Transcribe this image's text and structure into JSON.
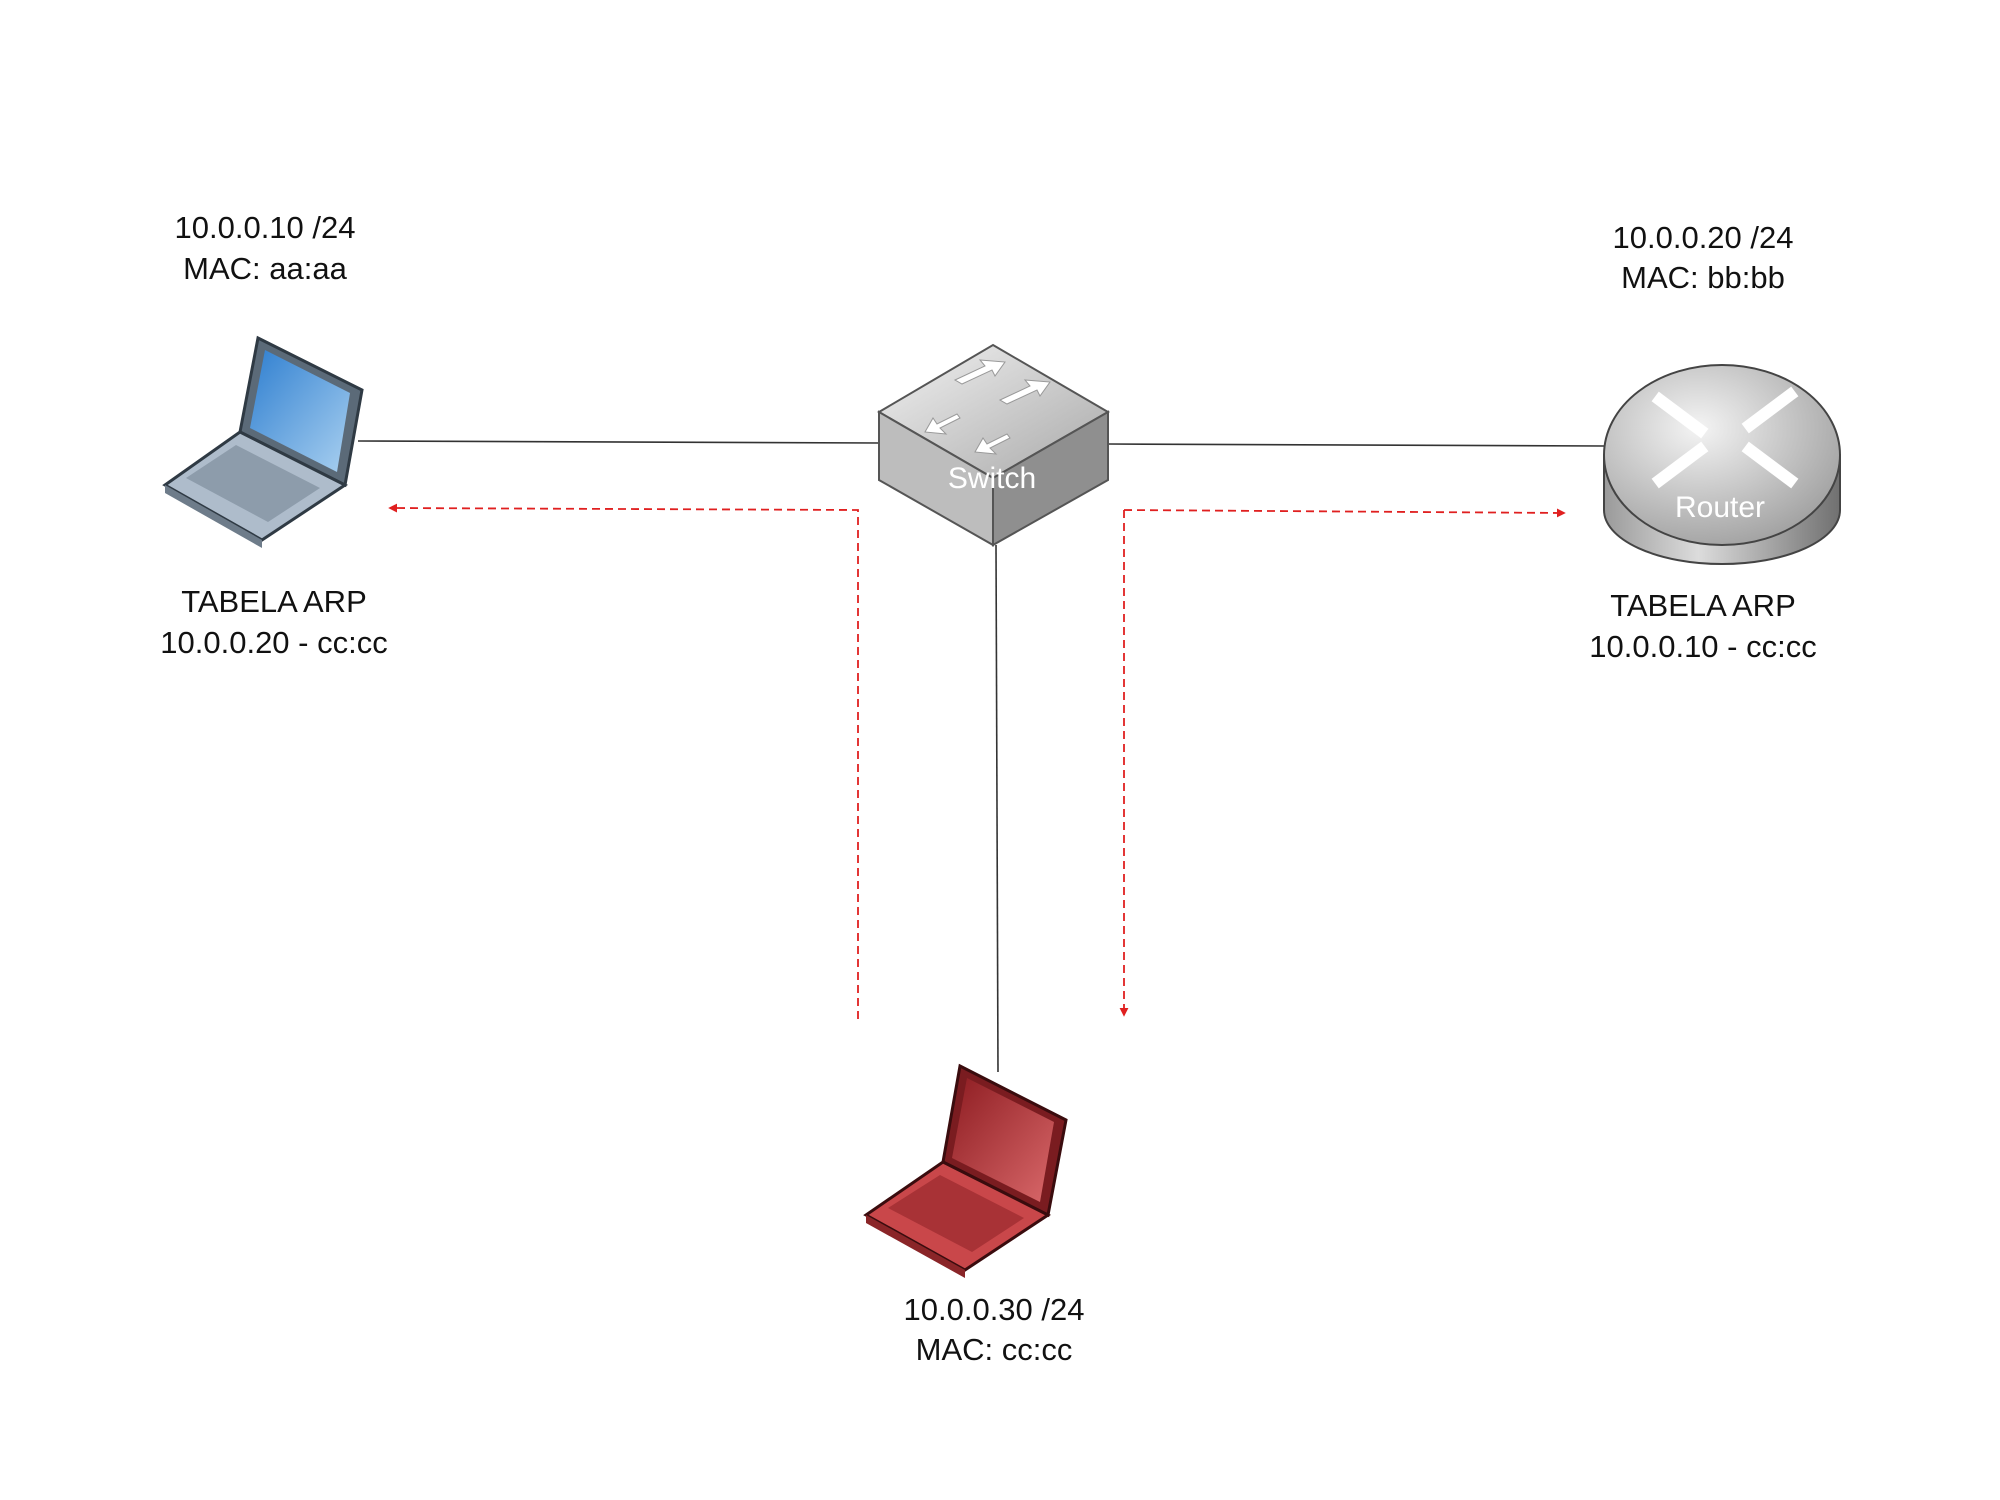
{
  "nodes": {
    "host_a": {
      "ip": "10.0.0.10 /24",
      "mac": "MAC: aa:aa",
      "arp_title": "TABELA ARP",
      "arp_entry": "10.0.0.20 - cc:cc",
      "color": "#4a90d9"
    },
    "router": {
      "label": "Router",
      "ip": "10.0.0.20 /24",
      "mac": "MAC: bb:bb",
      "arp_title": "TABELA ARP",
      "arp_entry": "10.0.0.10 - cc:cc"
    },
    "switch": {
      "label": "Switch"
    },
    "attacker": {
      "ip": "10.0.0.30 /24",
      "mac": "MAC: cc:cc",
      "color": "#c0393b"
    }
  },
  "links": [
    {
      "from": "host_a",
      "to": "switch",
      "style": "solid"
    },
    {
      "from": "switch",
      "to": "router",
      "style": "solid"
    },
    {
      "from": "switch",
      "to": "attacker",
      "style": "solid"
    }
  ],
  "flows": [
    {
      "from": "attacker",
      "to": "host_a",
      "style": "dashed",
      "color": "#e02020"
    },
    {
      "from": "router",
      "to": "attacker",
      "style": "dashed",
      "color": "#e02020"
    }
  ]
}
